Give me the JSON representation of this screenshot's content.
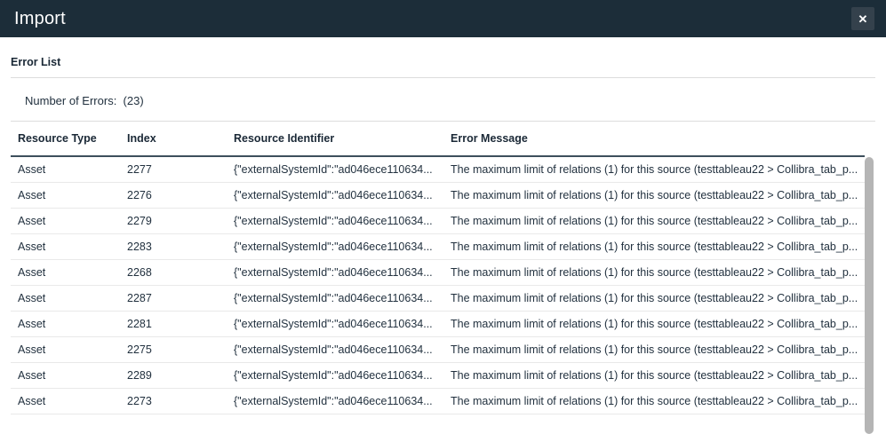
{
  "modal": {
    "title": "Import",
    "close_icon": "✕"
  },
  "error_list": {
    "heading": "Error List",
    "count_label": "Number of Errors:  (23)"
  },
  "table": {
    "columns": [
      "Resource Type",
      "Index",
      "Resource Identifier",
      "Error Message"
    ],
    "rows": [
      {
        "resource_type": "Asset",
        "index": "2277",
        "identifier": "{\"externalSystemId\":\"ad046ece110634...",
        "message": "The maximum limit of relations (1) for this source (testtableau22 > Collibra_tab_p..."
      },
      {
        "resource_type": "Asset",
        "index": "2276",
        "identifier": "{\"externalSystemId\":\"ad046ece110634...",
        "message": "The maximum limit of relations (1) for this source (testtableau22 > Collibra_tab_p..."
      },
      {
        "resource_type": "Asset",
        "index": "2279",
        "identifier": "{\"externalSystemId\":\"ad046ece110634...",
        "message": "The maximum limit of relations (1) for this source (testtableau22 > Collibra_tab_p..."
      },
      {
        "resource_type": "Asset",
        "index": "2283",
        "identifier": "{\"externalSystemId\":\"ad046ece110634...",
        "message": "The maximum limit of relations (1) for this source (testtableau22 > Collibra_tab_p..."
      },
      {
        "resource_type": "Asset",
        "index": "2268",
        "identifier": "{\"externalSystemId\":\"ad046ece110634...",
        "message": "The maximum limit of relations (1) for this source (testtableau22 > Collibra_tab_p..."
      },
      {
        "resource_type": "Asset",
        "index": "2287",
        "identifier": "{\"externalSystemId\":\"ad046ece110634...",
        "message": "The maximum limit of relations (1) for this source (testtableau22 > Collibra_tab_p..."
      },
      {
        "resource_type": "Asset",
        "index": "2281",
        "identifier": "{\"externalSystemId\":\"ad046ece110634...",
        "message": "The maximum limit of relations (1) for this source (testtableau22 > Collibra_tab_p..."
      },
      {
        "resource_type": "Asset",
        "index": "2275",
        "identifier": "{\"externalSystemId\":\"ad046ece110634...",
        "message": "The maximum limit of relations (1) for this source (testtableau22 > Collibra_tab_p..."
      },
      {
        "resource_type": "Asset",
        "index": "2289",
        "identifier": "{\"externalSystemId\":\"ad046ece110634...",
        "message": "The maximum limit of relations (1) for this source (testtableau22 > Collibra_tab_p..."
      },
      {
        "resource_type": "Asset",
        "index": "2273",
        "identifier": "{\"externalSystemId\":\"ad046ece110634...",
        "message": "The maximum limit of relations (1) for this source (testtableau22 > Collibra_tab_p..."
      }
    ]
  },
  "colors": {
    "header_bg": "#1c2d39",
    "close_button_bg": "#34414c",
    "text": "#22313f",
    "heading_text": "#1a2836",
    "divider": "#dcdcdc",
    "row_border": "#e9e9e9",
    "header_border": "#3d4f5c",
    "scrollbar_thumb": "#b5b5b5"
  }
}
